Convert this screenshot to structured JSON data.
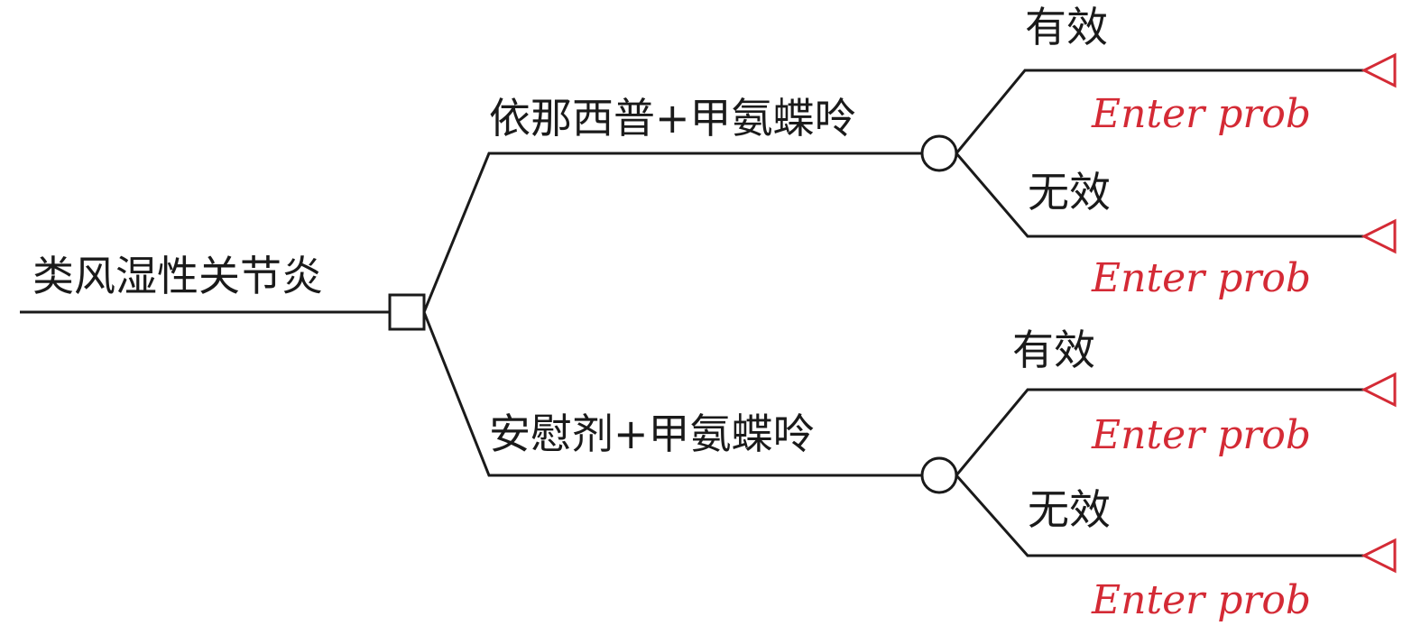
{
  "tree": {
    "root_label": "类风湿性关节炎",
    "strategies": [
      {
        "label": "依那西普+甲氨蝶呤",
        "outcomes": [
          {
            "label": "有效",
            "prob": "Enter prob"
          },
          {
            "label": "无效",
            "prob": "Enter prob"
          }
        ]
      },
      {
        "label": "安慰剂+甲氨蝶呤",
        "outcomes": [
          {
            "label": "有效",
            "prob": "Enter prob"
          },
          {
            "label": "无效",
            "prob": "Enter prob"
          }
        ]
      }
    ]
  },
  "colors": {
    "line": "#1a1a1a",
    "prob_text": "#d42a35",
    "terminal": "#d42a35"
  }
}
